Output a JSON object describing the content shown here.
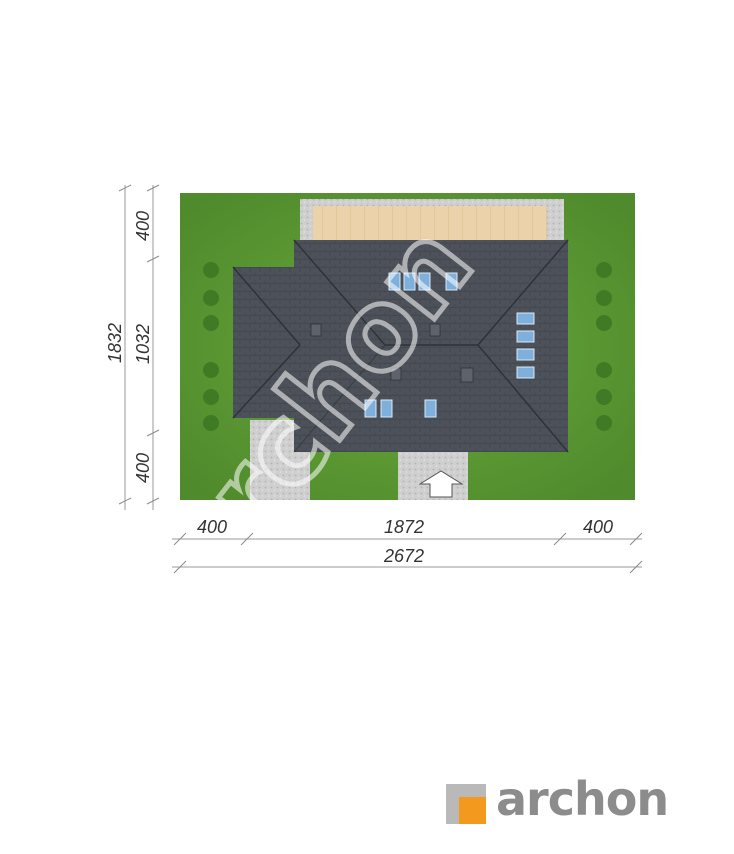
{
  "dimensions": {
    "height_total": "1832",
    "height_top": "400",
    "height_mid": "1032",
    "height_bottom": "400",
    "width_left": "400",
    "width_mid": "1872",
    "width_right": "400",
    "width_total": "2672"
  },
  "brand": {
    "name": "archon",
    "watermark": "archon",
    "logo_orange": "#f39a1e",
    "logo_grey": "#8c8c8c"
  },
  "colors": {
    "lawn": "#5c9a34",
    "roof": "#4b5058",
    "terrace": "#e9cfa6",
    "paving": "#c8c8c8",
    "window": "#7fb0dc"
  },
  "icons": {
    "entrance": "entrance-arrow-icon"
  }
}
